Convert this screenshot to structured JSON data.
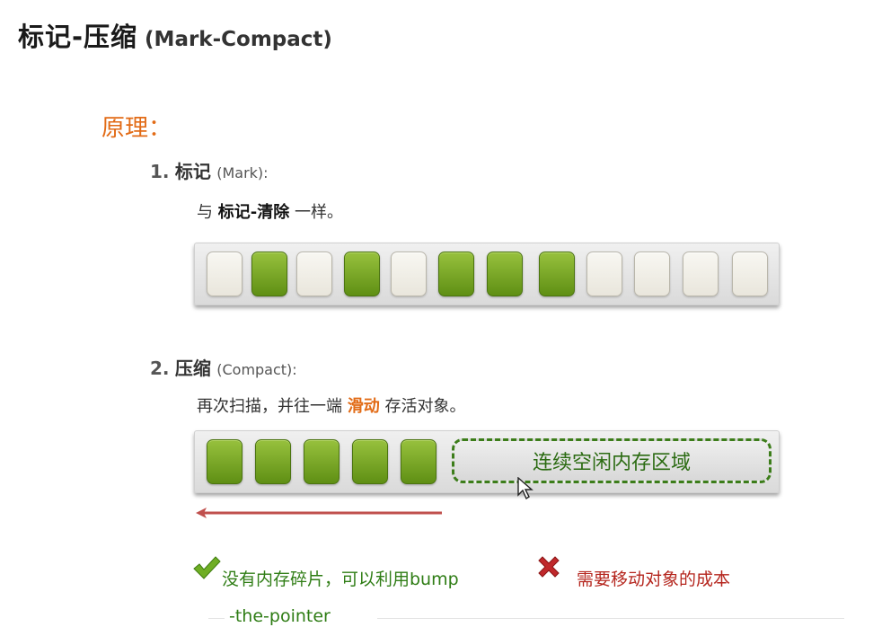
{
  "title": {
    "main": "标记-压缩",
    "sub": "(Mark-Compact)"
  },
  "principle_label": "原理：",
  "step1": {
    "num": "1.",
    "zh": "标记",
    "en": "(Mark)",
    "colon": ":",
    "desc_pre": "与",
    "desc_bold": "标记-清除",
    "desc_post": "一样。"
  },
  "step2": {
    "num": "2.",
    "zh": "压缩",
    "en": "(Compact)",
    "colon": ":",
    "desc_pre": "再次扫描，并往一端",
    "desc_highlight": "滑动",
    "desc_post": "存活对象。"
  },
  "mark_row_cells": [
    "free",
    "live",
    "free",
    "live",
    "free",
    "live",
    "live",
    "live",
    "free",
    "free",
    "free",
    "free"
  ],
  "compact_row_live_count": 5,
  "free_zone_label": "连续空闲内存区域",
  "pro": {
    "icon": "check-icon",
    "line1": "没有内存碎片，可以利用bump",
    "line2": "-the-pointer"
  },
  "con": {
    "icon": "cross-icon",
    "text": "需要移动对象的成本"
  },
  "colors": {
    "accent": "#e26b16",
    "live": "#6f9e1f",
    "free": "#f1efe8",
    "pro": "#2f7d15",
    "con": "#b5261e",
    "arrow": "#c0504d"
  }
}
